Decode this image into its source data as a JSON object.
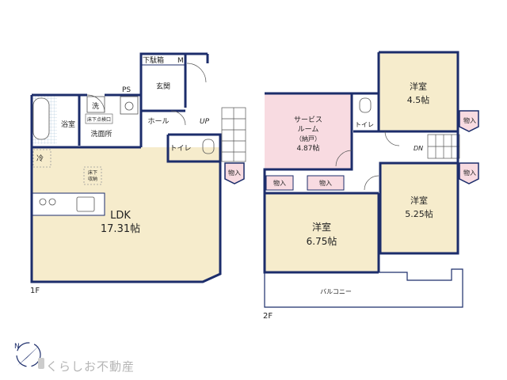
{
  "floor1": {
    "label": "1F",
    "rooms": {
      "ldk": {
        "name": "LDK",
        "area": "17.31帖"
      },
      "bath": {
        "name": "浴室"
      },
      "washroom": {
        "name": "洗面所"
      },
      "entrance": {
        "name": "玄関"
      },
      "hall": {
        "name": "ホール"
      },
      "toilet": {
        "name": "トイレ"
      }
    },
    "labels": {
      "shoebox": "下駄箱",
      "m": "M",
      "ps": "PS",
      "wash": "洗",
      "inspection": "床下点検口",
      "fridge": "冷",
      "underfloor_line1": "床下",
      "underfloor_line2": "収納",
      "storage": "物入",
      "stairs_up": "UP"
    }
  },
  "floor2": {
    "label": "2F",
    "rooms": {
      "service": {
        "name_line1": "サービス",
        "name_line2": "ルーム",
        "note": "（納戸）",
        "area": "4.87帖"
      },
      "western_a": {
        "name": "洋室",
        "area": "4.5帖"
      },
      "western_b": {
        "name": "洋室",
        "area": "6.75帖"
      },
      "western_c": {
        "name": "洋室",
        "area": "5.25帖"
      },
      "toilet": {
        "name": "トイレ"
      },
      "balcony": {
        "name": "バルコニー"
      }
    },
    "labels": {
      "storage": "物入",
      "stairs_down": "DN"
    }
  },
  "company": {
    "name": "くらしお不動産"
  },
  "colors": {
    "wall": "#1c2d6b",
    "ldk_fill": "#f6eccc",
    "service_fill": "#f8dbe1",
    "bath_fill": "#d9ecf7",
    "label_box_fill": "#f8dbe1",
    "logo": "#b5b5b5"
  }
}
